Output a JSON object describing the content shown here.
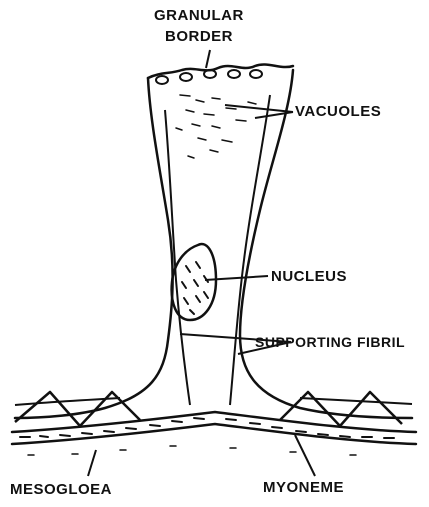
{
  "labels": {
    "granular_border_line1": "GRANULAR",
    "granular_border_line2": "BORDER",
    "vacuoles": "VACUOLES",
    "nucleus": "NUCLEUS",
    "supporting_fibril": "SUPPORTING FIBRIL",
    "mesogloea": "MESOGLOEA",
    "myoneme": "MYONEME"
  },
  "colors": {
    "ink": "#111111",
    "background": "#ffffff"
  }
}
